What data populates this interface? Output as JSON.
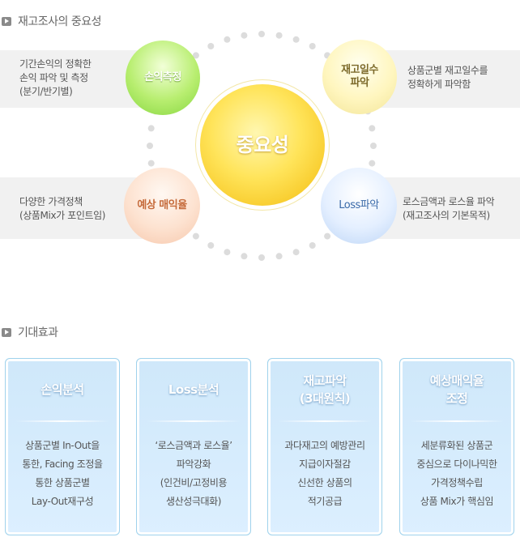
{
  "section1": {
    "title": "재고조사의 중요성"
  },
  "diagram": {
    "center": "중요성",
    "top_left": {
      "circle": "손익측정",
      "text": [
        "기간손익의 정확한",
        "손익 파악 및 측정",
        "(분기/반기별)"
      ]
    },
    "top_right": {
      "circle": [
        "재고일수",
        "파악"
      ],
      "text": [
        "상품군별 재고일수를",
        "정확하게 파악함"
      ]
    },
    "bottom_left": {
      "circle": "예상 매익율",
      "text": [
        "다양한 가격정책",
        "(상품Mix가 포인트임)"
      ]
    },
    "bottom_right": {
      "circle": "Loss파악",
      "text": [
        "로스금액과 로스율 파악",
        "(재고조사의 기본목적)"
      ]
    }
  },
  "section2": {
    "title": "기대효과"
  },
  "cards": [
    {
      "title": [
        "손익분석"
      ],
      "body": [
        "상품군별 In-Out을",
        "통한, Facing 조정을",
        "통한 상품군별",
        "Lay-Out재구성"
      ]
    },
    {
      "title": [
        "Loss분석"
      ],
      "body": [
        "‘로스금액과 로스율’",
        "파악강화",
        "(인건비/고정비용",
        "생산성극대화)"
      ]
    },
    {
      "title": [
        "재고파악",
        "(3대원칙)"
      ],
      "body": [
        "과다재고의 예방관리",
        "지급이자절감",
        "신선한 상품의",
        "적기공급"
      ]
    },
    {
      "title": [
        "예상매익율",
        "조정"
      ],
      "body": [
        "세분류화된 상품군",
        "중심으로 다이나믹한",
        "가격정책수립",
        "상품 Mix가 핵심임"
      ]
    }
  ]
}
